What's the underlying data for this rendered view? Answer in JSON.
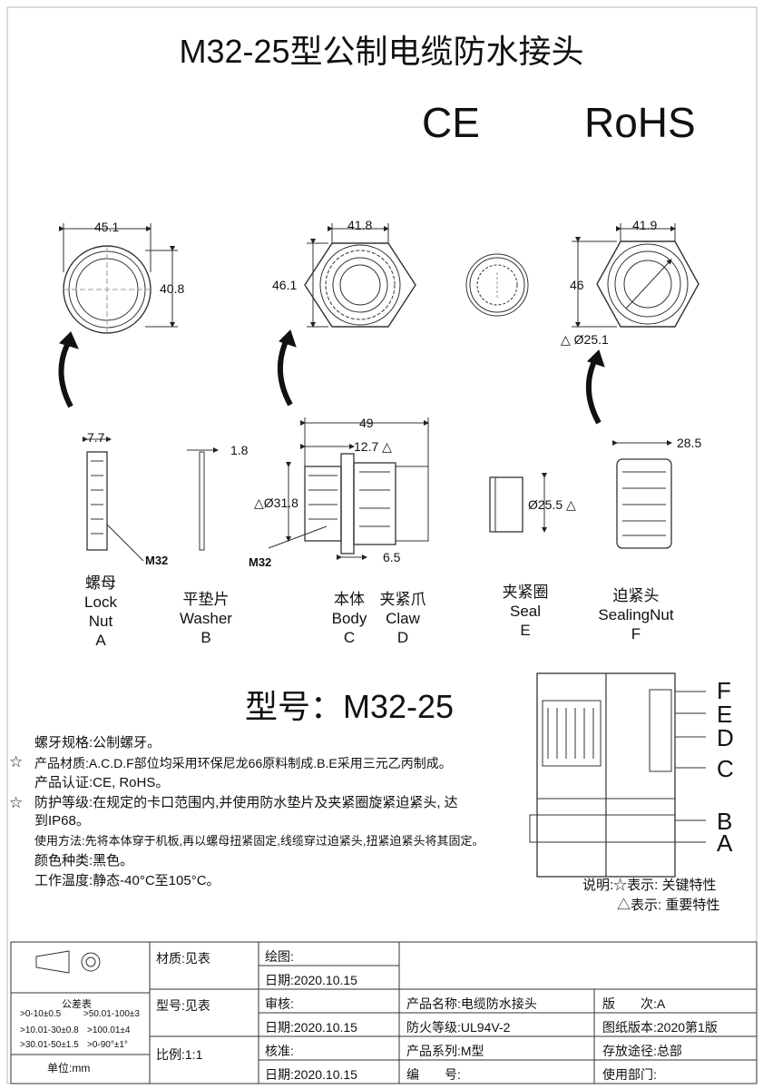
{
  "title": "M32-25型公制电缆防水接头",
  "certs": {
    "ce": "CE",
    "rohs": "RoHS"
  },
  "dims": {
    "lock_nut_width": "45.1",
    "lock_nut_height": "40.8",
    "body_width": "41.8",
    "body_height": "46.1",
    "sealing_nut_width": "41.9",
    "sealing_nut_height": "46",
    "sealing_nut_bore": "△ Ø25.1",
    "lock_nut_thickness": "7.7",
    "washer_thickness": "1.8",
    "body_length": "49",
    "body_thread_length": "12.7 △",
    "body_diameter": "△Ø31.8",
    "body_hex": "6.5",
    "seal_diameter": "Ø25.5 △",
    "sealing_nut_length": "28.5",
    "thread_label_a": "M32",
    "thread_label_b": "M32"
  },
  "parts": [
    {
      "cn": "螺母",
      "en1": "Lock",
      "en2": "Nut",
      "code": "A"
    },
    {
      "cn": "平垫片",
      "en1": "Washer",
      "en2": "",
      "code": "B"
    },
    {
      "cn": "本体",
      "en1": "Body",
      "en2": "",
      "code": "C"
    },
    {
      "cn": "夹紧爪",
      "en1": "Claw",
      "en2": "",
      "code": "D"
    },
    {
      "cn": "夹紧圈",
      "en1": "Seal",
      "en2": "",
      "code": "E"
    },
    {
      "cn": "迫紧头",
      "en1": "SealingNut",
      "en2": "",
      "code": "F"
    }
  ],
  "model": "型号：M32-25",
  "specs": {
    "thread": "螺牙规格:公制螺牙。",
    "material": "产品材质:A.C.D.F部位均采用环保尼龙66原料制成.B.E采用三元乙丙制成。",
    "cert": "产品认证:CE, RoHS。",
    "protection1": "防护等级:在规定的卡口范围内,并使用防水垫片及夹紧圈旋紧迫紧头, 达",
    "protection2": "到IP68。",
    "usage": "使用方法:先将本体穿于机板,再以螺母扭紧固定,线缆穿过迫紧头,扭紧迫紧头将其固定。",
    "color": "颜色种类:黑色。",
    "temp": "工作温度:静态-40°C至105°C。"
  },
  "stars": [
    "☆",
    "☆"
  ],
  "section_letters": [
    "F",
    "E",
    "D",
    "C",
    "B",
    "A"
  ],
  "legend": {
    "line1": "说明:☆表示: 关键特性",
    "line2": "△表示: 重要特性"
  },
  "title_block": {
    "material": "材质:见表",
    "model": "型号:见表",
    "scale": "比例:1:1",
    "drawn": "绘图:",
    "date1": "日期:2020.10.15",
    "review": "审核:",
    "date2": "日期:2020.10.15",
    "approve": "核准:",
    "date3": "日期:2020.10.15",
    "product_name": "产品名称:电缆防水接头",
    "fire_rating": "防火等级:UL94V-2",
    "series": "产品系列:M型",
    "number": "编　　号:",
    "version": "版　　次:A",
    "drawing_version": "图纸版本:2020第1版",
    "storage": "存放途径:总部",
    "dept": "使用部门:",
    "tol_title": "公差表",
    "tol": [
      ">0-10±0.5",
      ">50.01-100±3",
      ">10.01-30±0.8",
      ">100.01±4",
      ">30.01-50±1.5",
      ">0-90°±1°"
    ],
    "unit": "单位:mm"
  }
}
